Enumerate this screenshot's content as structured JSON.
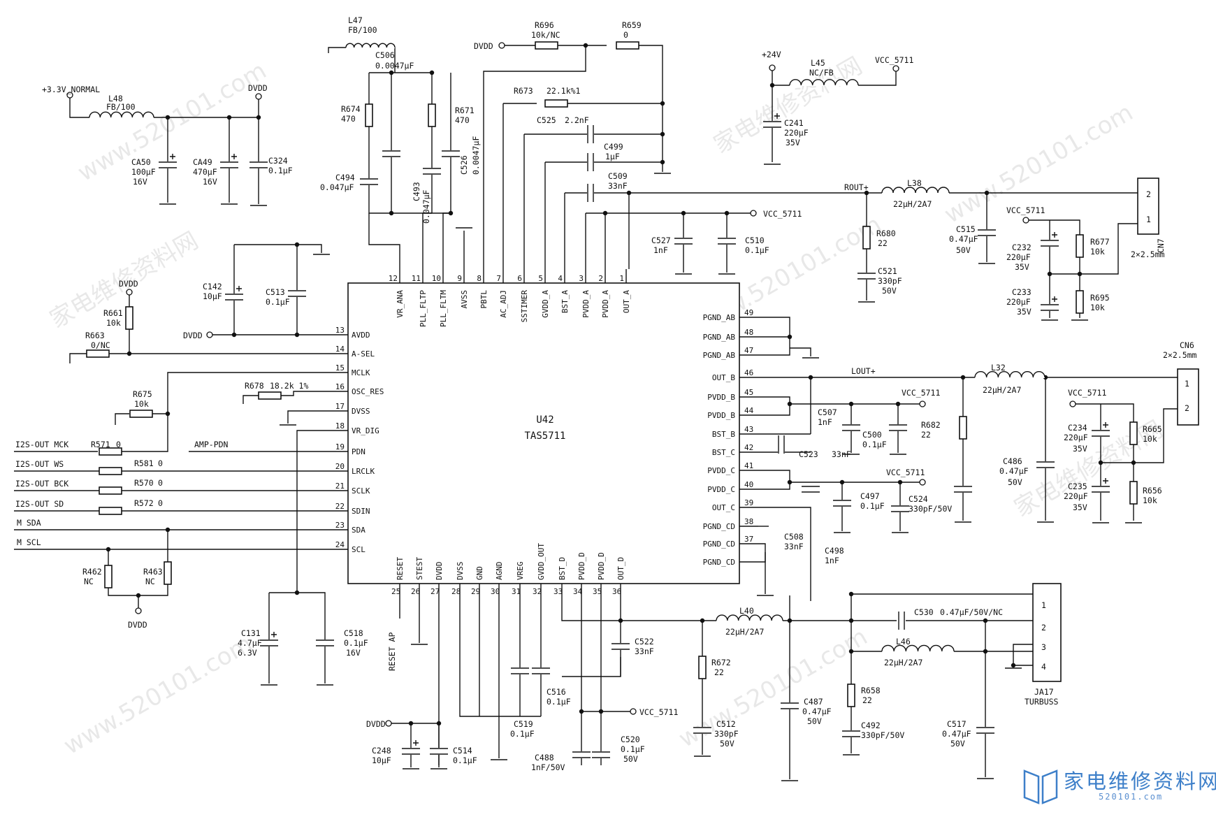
{
  "ic": {
    "ref": "U42",
    "part": "TAS5711"
  },
  "pins_top": [
    {
      "num": "12",
      "name": "VR_ANA"
    },
    {
      "num": "11",
      "name": "PLL_FLTP"
    },
    {
      "num": "10",
      "name": "PLL_FLTM"
    },
    {
      "num": "9",
      "name": "AVSS"
    },
    {
      "num": "8",
      "name": "PBTL"
    },
    {
      "num": "7",
      "name": "AC_ADJ"
    },
    {
      "num": "6",
      "name": "SSTIMER"
    },
    {
      "num": "5",
      "name": "GVDD_A"
    },
    {
      "num": "4",
      "name": "BST_A"
    },
    {
      "num": "3",
      "name": "PVDD_A"
    },
    {
      "num": "2",
      "name": "PVDD_A"
    },
    {
      "num": "1",
      "name": "OUT_A"
    }
  ],
  "pins_left": [
    {
      "num": "13",
      "name": "AVDD"
    },
    {
      "num": "14",
      "name": "A-SEL"
    },
    {
      "num": "15",
      "name": "MCLK"
    },
    {
      "num": "16",
      "name": "OSC_RES"
    },
    {
      "num": "17",
      "name": "DVSS"
    },
    {
      "num": "18",
      "name": "VR_DIG"
    },
    {
      "num": "19",
      "name": "PDN"
    },
    {
      "num": "20",
      "name": "LRCLK"
    },
    {
      "num": "21",
      "name": "SCLK"
    },
    {
      "num": "22",
      "name": "SDIN"
    },
    {
      "num": "23",
      "name": "SDA"
    },
    {
      "num": "24",
      "name": "SCL"
    }
  ],
  "pins_right": [
    {
      "num": "49",
      "name": "PGND_AB"
    },
    {
      "num": "48",
      "name": "PGND_AB"
    },
    {
      "num": "47",
      "name": "PGND_AB"
    },
    {
      "num": "46",
      "name": "OUT_B"
    },
    {
      "num": "45",
      "name": "PVDD_B"
    },
    {
      "num": "44",
      "name": "PVDD_B"
    },
    {
      "num": "43",
      "name": "BST_B"
    },
    {
      "num": "42",
      "name": "BST_C"
    },
    {
      "num": "41",
      "name": "PVDD_C"
    },
    {
      "num": "40",
      "name": "PVDD_C"
    },
    {
      "num": "39",
      "name": "OUT_C"
    },
    {
      "num": "38",
      "name": "PGND_CD"
    },
    {
      "num": "37",
      "name": "PGND_CD"
    },
    {
      "num": "",
      "name": "PGND_CD"
    }
  ],
  "pins_bottom": [
    {
      "num": "25",
      "name": "RESET"
    },
    {
      "num": "26",
      "name": "STEST"
    },
    {
      "num": "27",
      "name": "DVDD"
    },
    {
      "num": "28",
      "name": "DVSS"
    },
    {
      "num": "29",
      "name": "GND"
    },
    {
      "num": "30",
      "name": "AGND"
    },
    {
      "num": "31",
      "name": "VREG"
    },
    {
      "num": "32",
      "name": "GVDD_OUT"
    },
    {
      "num": "33",
      "name": "BST_D"
    },
    {
      "num": "34",
      "name": "PVDD_D"
    },
    {
      "num": "35",
      "name": "PVDD_D"
    },
    {
      "num": "36",
      "name": "OUT_D"
    }
  ],
  "labels": {
    "v33": "+3.3V_NORMAL",
    "dvdd": "DVDD",
    "v24": "+24V",
    "vcc": "VCC_5711",
    "rout": "ROUT+",
    "lout": "LOUT+",
    "amp_pdn": "AMP-PDN",
    "reset_ap": "RESET AP",
    "i2s_mck": "I2S-OUT MCK",
    "i2s_ws": "I2S-OUT WS",
    "i2s_bck": "I2S-OUT BCK",
    "i2s_sd": "I2S-OUT SD",
    "m_sda": "M SDA",
    "m_scl": "M SCL"
  },
  "parts": {
    "L48": {
      "ref": "L48",
      "val": "FB/100"
    },
    "L47": {
      "ref": "L47",
      "val": "FB/100"
    },
    "L45": {
      "ref": "L45",
      "val": "NC/FB"
    },
    "L38": {
      "ref": "L38",
      "val": "22μH/2A7"
    },
    "L32": {
      "ref": "L32",
      "val": "22μH/2A7"
    },
    "L40": {
      "ref": "L40",
      "val": "22μH/2A7"
    },
    "L46": {
      "ref": "L46",
      "val": "22μH/2A7"
    },
    "CA50": {
      "ref": "CA50",
      "val": "100μF",
      "v": "16V"
    },
    "CA49": {
      "ref": "CA49",
      "val": "470μF",
      "v": "16V"
    },
    "C324": {
      "ref": "C324",
      "val": "0.1μF"
    },
    "C506": {
      "ref": "C506",
      "val": "0.0047μF"
    },
    "R674": {
      "ref": "R674",
      "val": "470"
    },
    "R671": {
      "ref": "R671",
      "val": "470"
    },
    "C494": {
      "ref": "C494",
      "val": "0.047μF"
    },
    "C493": {
      "ref": "C493",
      "val": "0.047μF"
    },
    "C526": {
      "ref": "C526",
      "val": "0.0047μF"
    },
    "R696": {
      "ref": "R696",
      "val": "10k/NC"
    },
    "R659": {
      "ref": "R659",
      "val": "0"
    },
    "R673": {
      "ref": "R673",
      "val": "22.1k%1"
    },
    "C525": {
      "ref": "C525",
      "val": "2.2nF"
    },
    "C499": {
      "ref": "C499",
      "val": "1μF"
    },
    "C509": {
      "ref": "C509",
      "val": "33nF"
    },
    "C527": {
      "ref": "C527",
      "val": "1nF"
    },
    "C510": {
      "ref": "C510",
      "val": "0.1μF"
    },
    "C241": {
      "ref": "C241",
      "val": "220μF",
      "v": "35V"
    },
    "R680": {
      "ref": "R680",
      "val": "22"
    },
    "C521": {
      "ref": "C521",
      "val": "330pF",
      "v": "50V"
    },
    "C515": {
      "ref": "C515",
      "val": "0.47μF",
      "v": "50V"
    },
    "C232": {
      "ref": "C232",
      "val": "220μF",
      "v": "35V"
    },
    "C233": {
      "ref": "C233",
      "val": "220μF",
      "v": "35V"
    },
    "R677": {
      "ref": "R677",
      "val": "10k"
    },
    "R695": {
      "ref": "R695",
      "val": "10k"
    },
    "CN7": {
      "ref": "CN7",
      "val": "2×2.5mm"
    },
    "CN6": {
      "ref": "CN6",
      "val": "2×2.5mm"
    },
    "C142": {
      "ref": "C142",
      "val": "10μF"
    },
    "C513": {
      "ref": "C513",
      "val": "0.1μF"
    },
    "R661": {
      "ref": "R661",
      "val": "10k"
    },
    "R663": {
      "ref": "R663",
      "val": "0/NC"
    },
    "R675": {
      "ref": "R675",
      "val": "10k"
    },
    "R678": {
      "ref": "R678",
      "val": "18.2k 1%"
    },
    "R571": {
      "ref": "R571",
      "val": "0"
    },
    "R581": {
      "ref": "R581",
      "val": "0"
    },
    "R570": {
      "ref": "R570",
      "val": "0"
    },
    "R572": {
      "ref": "R572",
      "val": "0"
    },
    "R462": {
      "ref": "R462",
      "val": "NC"
    },
    "R463": {
      "ref": "R463",
      "val": "NC"
    },
    "C131": {
      "ref": "C131",
      "val": "4.7μF",
      "v": "6.3V"
    },
    "C518": {
      "ref": "C518",
      "val": "0.1μF",
      "v": "16V"
    },
    "C507": {
      "ref": "C507",
      "val": "1nF"
    },
    "C500": {
      "ref": "C500",
      "val": "0.1μF"
    },
    "R682": {
      "ref": "R682",
      "val": "22"
    },
    "C523": {
      "ref": "C523",
      "val": "33nF"
    },
    "C497": {
      "ref": "C497",
      "val": "0.1μF"
    },
    "C524": {
      "ref": "C524",
      "val": "330pF/50V"
    },
    "C508": {
      "ref": "C508",
      "val": "33nF"
    },
    "C498": {
      "ref": "C498",
      "val": "1nF"
    },
    "C486": {
      "ref": "C486",
      "val": "0.47μF",
      "v": "50V"
    },
    "C234": {
      "ref": "C234",
      "val": "220μF",
      "v": "35V"
    },
    "C235": {
      "ref": "C235",
      "val": "220μF",
      "v": "35V"
    },
    "R665": {
      "ref": "R665",
      "val": "10k"
    },
    "R656": {
      "ref": "R656",
      "val": "10k"
    },
    "C522": {
      "ref": "C522",
      "val": "33nF"
    },
    "C516": {
      "ref": "C516",
      "val": "0.1μF"
    },
    "C519": {
      "ref": "C519",
      "val": "0.1μF"
    },
    "C248": {
      "ref": "C248",
      "val": "10μF"
    },
    "C514": {
      "ref": "C514",
      "val": "0.1μF"
    },
    "C488": {
      "ref": "C488",
      "val": "1nF/50V"
    },
    "C520": {
      "ref": "C520",
      "val": "0.1μF",
      "v": "50V"
    },
    "R672": {
      "ref": "R672",
      "val": "22"
    },
    "C512": {
      "ref": "C512",
      "val": "330pF",
      "v": "50V"
    },
    "C487": {
      "ref": "C487",
      "val": "0.47μF",
      "v": "50V"
    },
    "R658": {
      "ref": "R658",
      "val": "22"
    },
    "C492": {
      "ref": "C492",
      "val": "330pF/50V"
    },
    "C530": {
      "ref": "C530",
      "val": "0.47μF/50V/NC"
    },
    "C517": {
      "ref": "C517",
      "val": "0.47μF",
      "v": "50V"
    },
    "JA17": {
      "ref": "JA17",
      "val": "TURBUSS"
    }
  },
  "watermark": {
    "site": "www.520101.com",
    "cn": "家电维修资料网"
  },
  "logo": {
    "title": "家电维修资料网",
    "sub": "520101.com",
    "color": "#3d7fc9"
  }
}
